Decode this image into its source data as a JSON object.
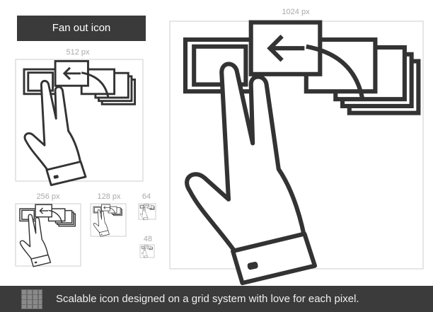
{
  "title": "Fan out icon",
  "sizes": {
    "s1024": "1024 px",
    "s512": "512 px",
    "s256": "256 px",
    "s128": "128 px",
    "s64": "64",
    "s48": "48"
  },
  "footer": {
    "text": "Scalable icon designed on a grid system with love for each pixel."
  },
  "icon_name": "fan-out-hand-icon",
  "colors": {
    "stroke": "#333333",
    "guide": "#cccccc",
    "banner": "#3a3a3a",
    "footer_bg": "#3b3b3b"
  }
}
